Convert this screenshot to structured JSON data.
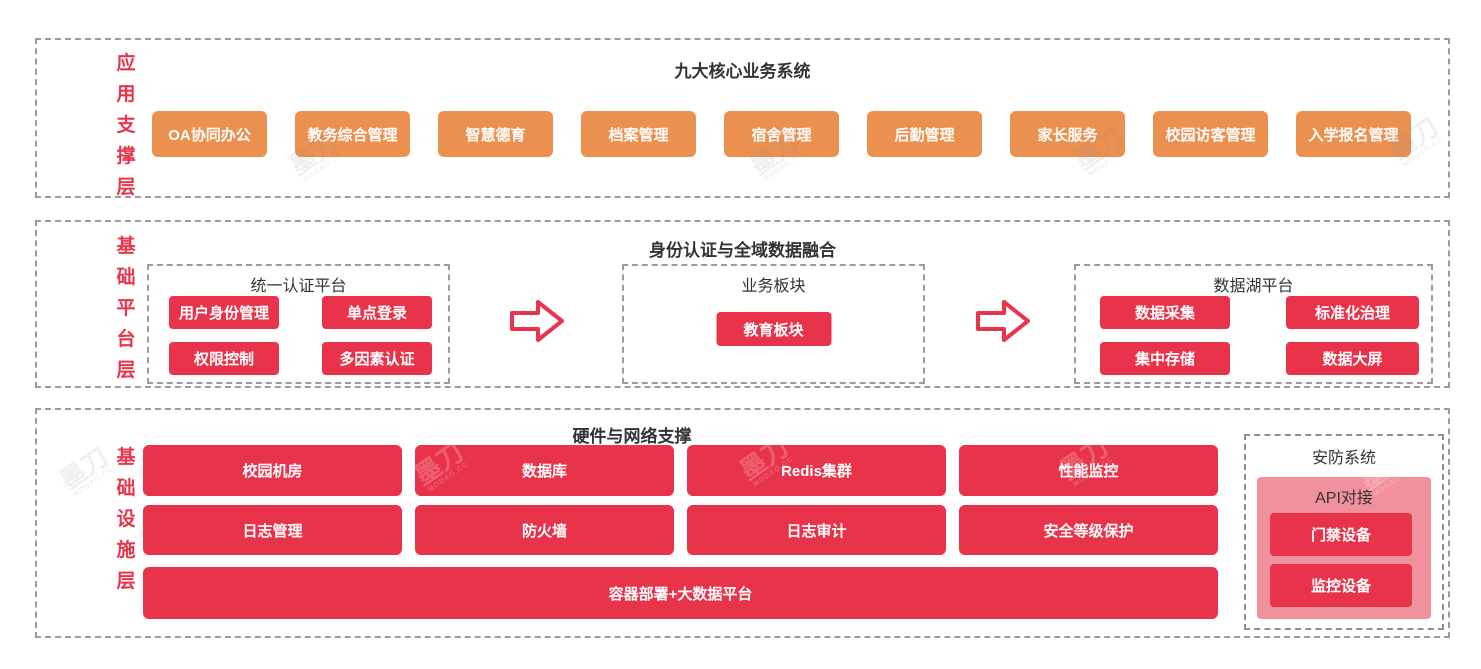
{
  "colors": {
    "red": "#e8334a",
    "orange": "#ec9050",
    "pink_panel": "#f2919e",
    "label_red": "#e8354b",
    "title_dark": "#333333",
    "dash_gray": "#9b9b9b"
  },
  "watermark": {
    "text": "墨刀",
    "subtext": "MODAO.CC"
  },
  "layers": {
    "app": {
      "label_chars": [
        "应",
        "用",
        "支",
        "撑",
        "层"
      ],
      "title": "九大核心业务系统",
      "buttons": [
        "OA协同办公",
        "教务综合管理",
        "智慧德育",
        "档案管理",
        "宿舍管理",
        "后勤管理",
        "家长服务",
        "校园访客管理",
        "入学报名管理"
      ]
    },
    "platform": {
      "label_chars": [
        "基",
        "础",
        "平",
        "台",
        "层"
      ],
      "title": "身份认证与全域数据融合",
      "auth_group": {
        "title": "统一认证平台",
        "buttons": [
          "用户身份管理",
          "单点登录",
          "权限控制",
          "多因素认证"
        ]
      },
      "biz_group": {
        "title": "业务板块",
        "buttons": [
          "教育板块"
        ]
      },
      "lake_group": {
        "title": "数据湖平台",
        "buttons": [
          "数据采集",
          "标准化治理",
          "集中存储",
          "数据大屏"
        ]
      }
    },
    "infra": {
      "label_chars": [
        "基",
        "础",
        "设",
        "施",
        "层"
      ],
      "title": "硬件与网络支撑",
      "row1": [
        "校园机房",
        "数据库",
        "Redis集群",
        "性能监控"
      ],
      "row2": [
        "日志管理",
        "防火墙",
        "日志审计",
        "安全等级保护"
      ],
      "bottom_bar": "容器部署+大数据平台",
      "security": {
        "title": "安防系统",
        "panel_title": "API对接",
        "buttons": [
          "门禁设备",
          "监控设备"
        ]
      }
    }
  }
}
